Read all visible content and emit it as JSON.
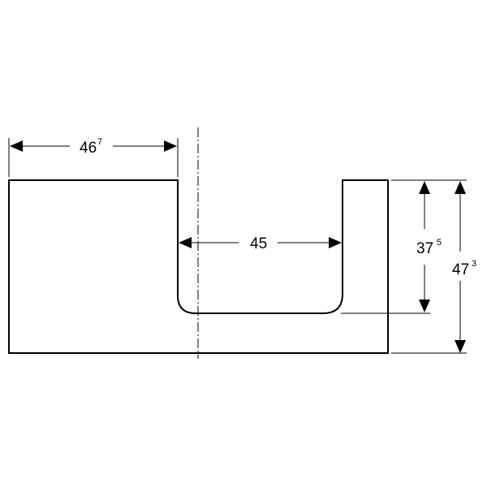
{
  "dimensions": {
    "width_left": {
      "main": "46",
      "sup": "7"
    },
    "inner_width": {
      "main": "45",
      "sup": ""
    },
    "inner_depth": {
      "main": "37",
      "sup": "5"
    },
    "total_height": {
      "main": "47",
      "sup": "3"
    }
  },
  "colors": {
    "line": "#000000",
    "background": "#ffffff"
  }
}
